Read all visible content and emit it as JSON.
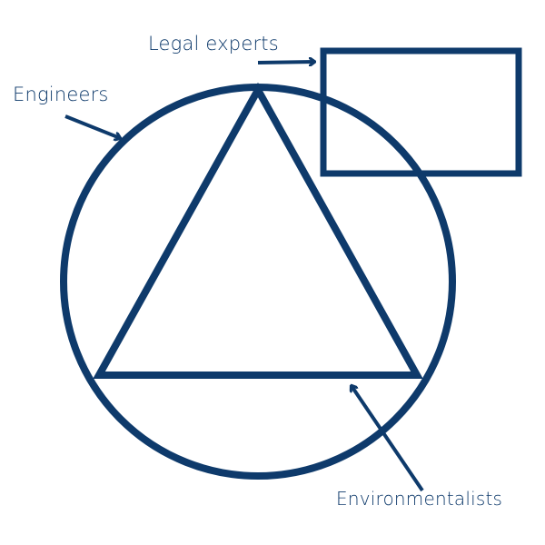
{
  "labels": {
    "legal": "Legal experts",
    "engineers": "Engineers",
    "environmentalists": "Environmentalists"
  },
  "colors": {
    "stroke": "#0e3a6b"
  }
}
